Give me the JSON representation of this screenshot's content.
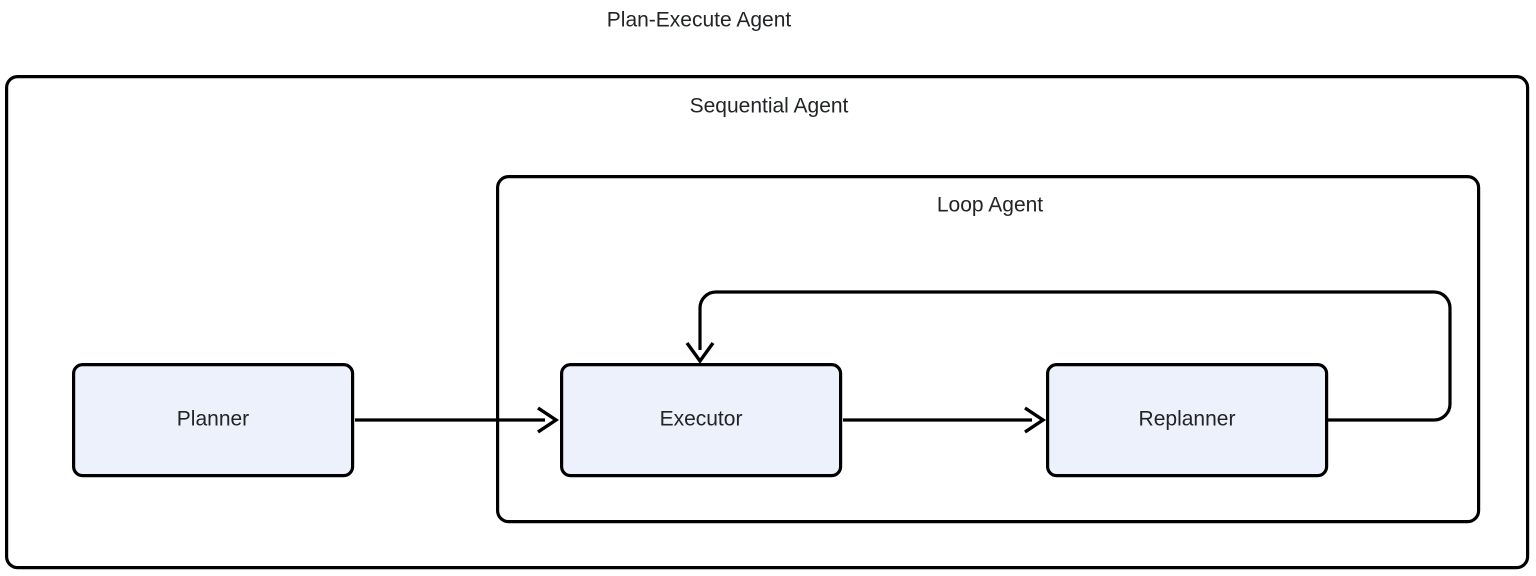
{
  "diagram": {
    "title": "Plan-Execute Agent",
    "type": "flowchart",
    "background_color": "#ffffff",
    "node_fill_color": "#edf1fb",
    "stroke_color": "#000000",
    "text_color": "#222426",
    "groups": [
      {
        "id": "sequential-agent",
        "label": "Sequential Agent"
      },
      {
        "id": "loop-agent",
        "label": "Loop Agent"
      }
    ],
    "nodes": [
      {
        "id": "planner",
        "label": "Planner"
      },
      {
        "id": "executor",
        "label": "Executor"
      },
      {
        "id": "replanner",
        "label": "Replanner"
      }
    ],
    "edges": [
      {
        "id": "planner-to-executor",
        "from": "Planner",
        "to": "Executor",
        "label": ""
      },
      {
        "id": "executor-to-replanner",
        "from": "Executor",
        "to": "Replanner",
        "label": ""
      },
      {
        "id": "replanner-to-executor-loop",
        "from": "Replanner",
        "to": "Executor",
        "label": ""
      }
    ]
  }
}
